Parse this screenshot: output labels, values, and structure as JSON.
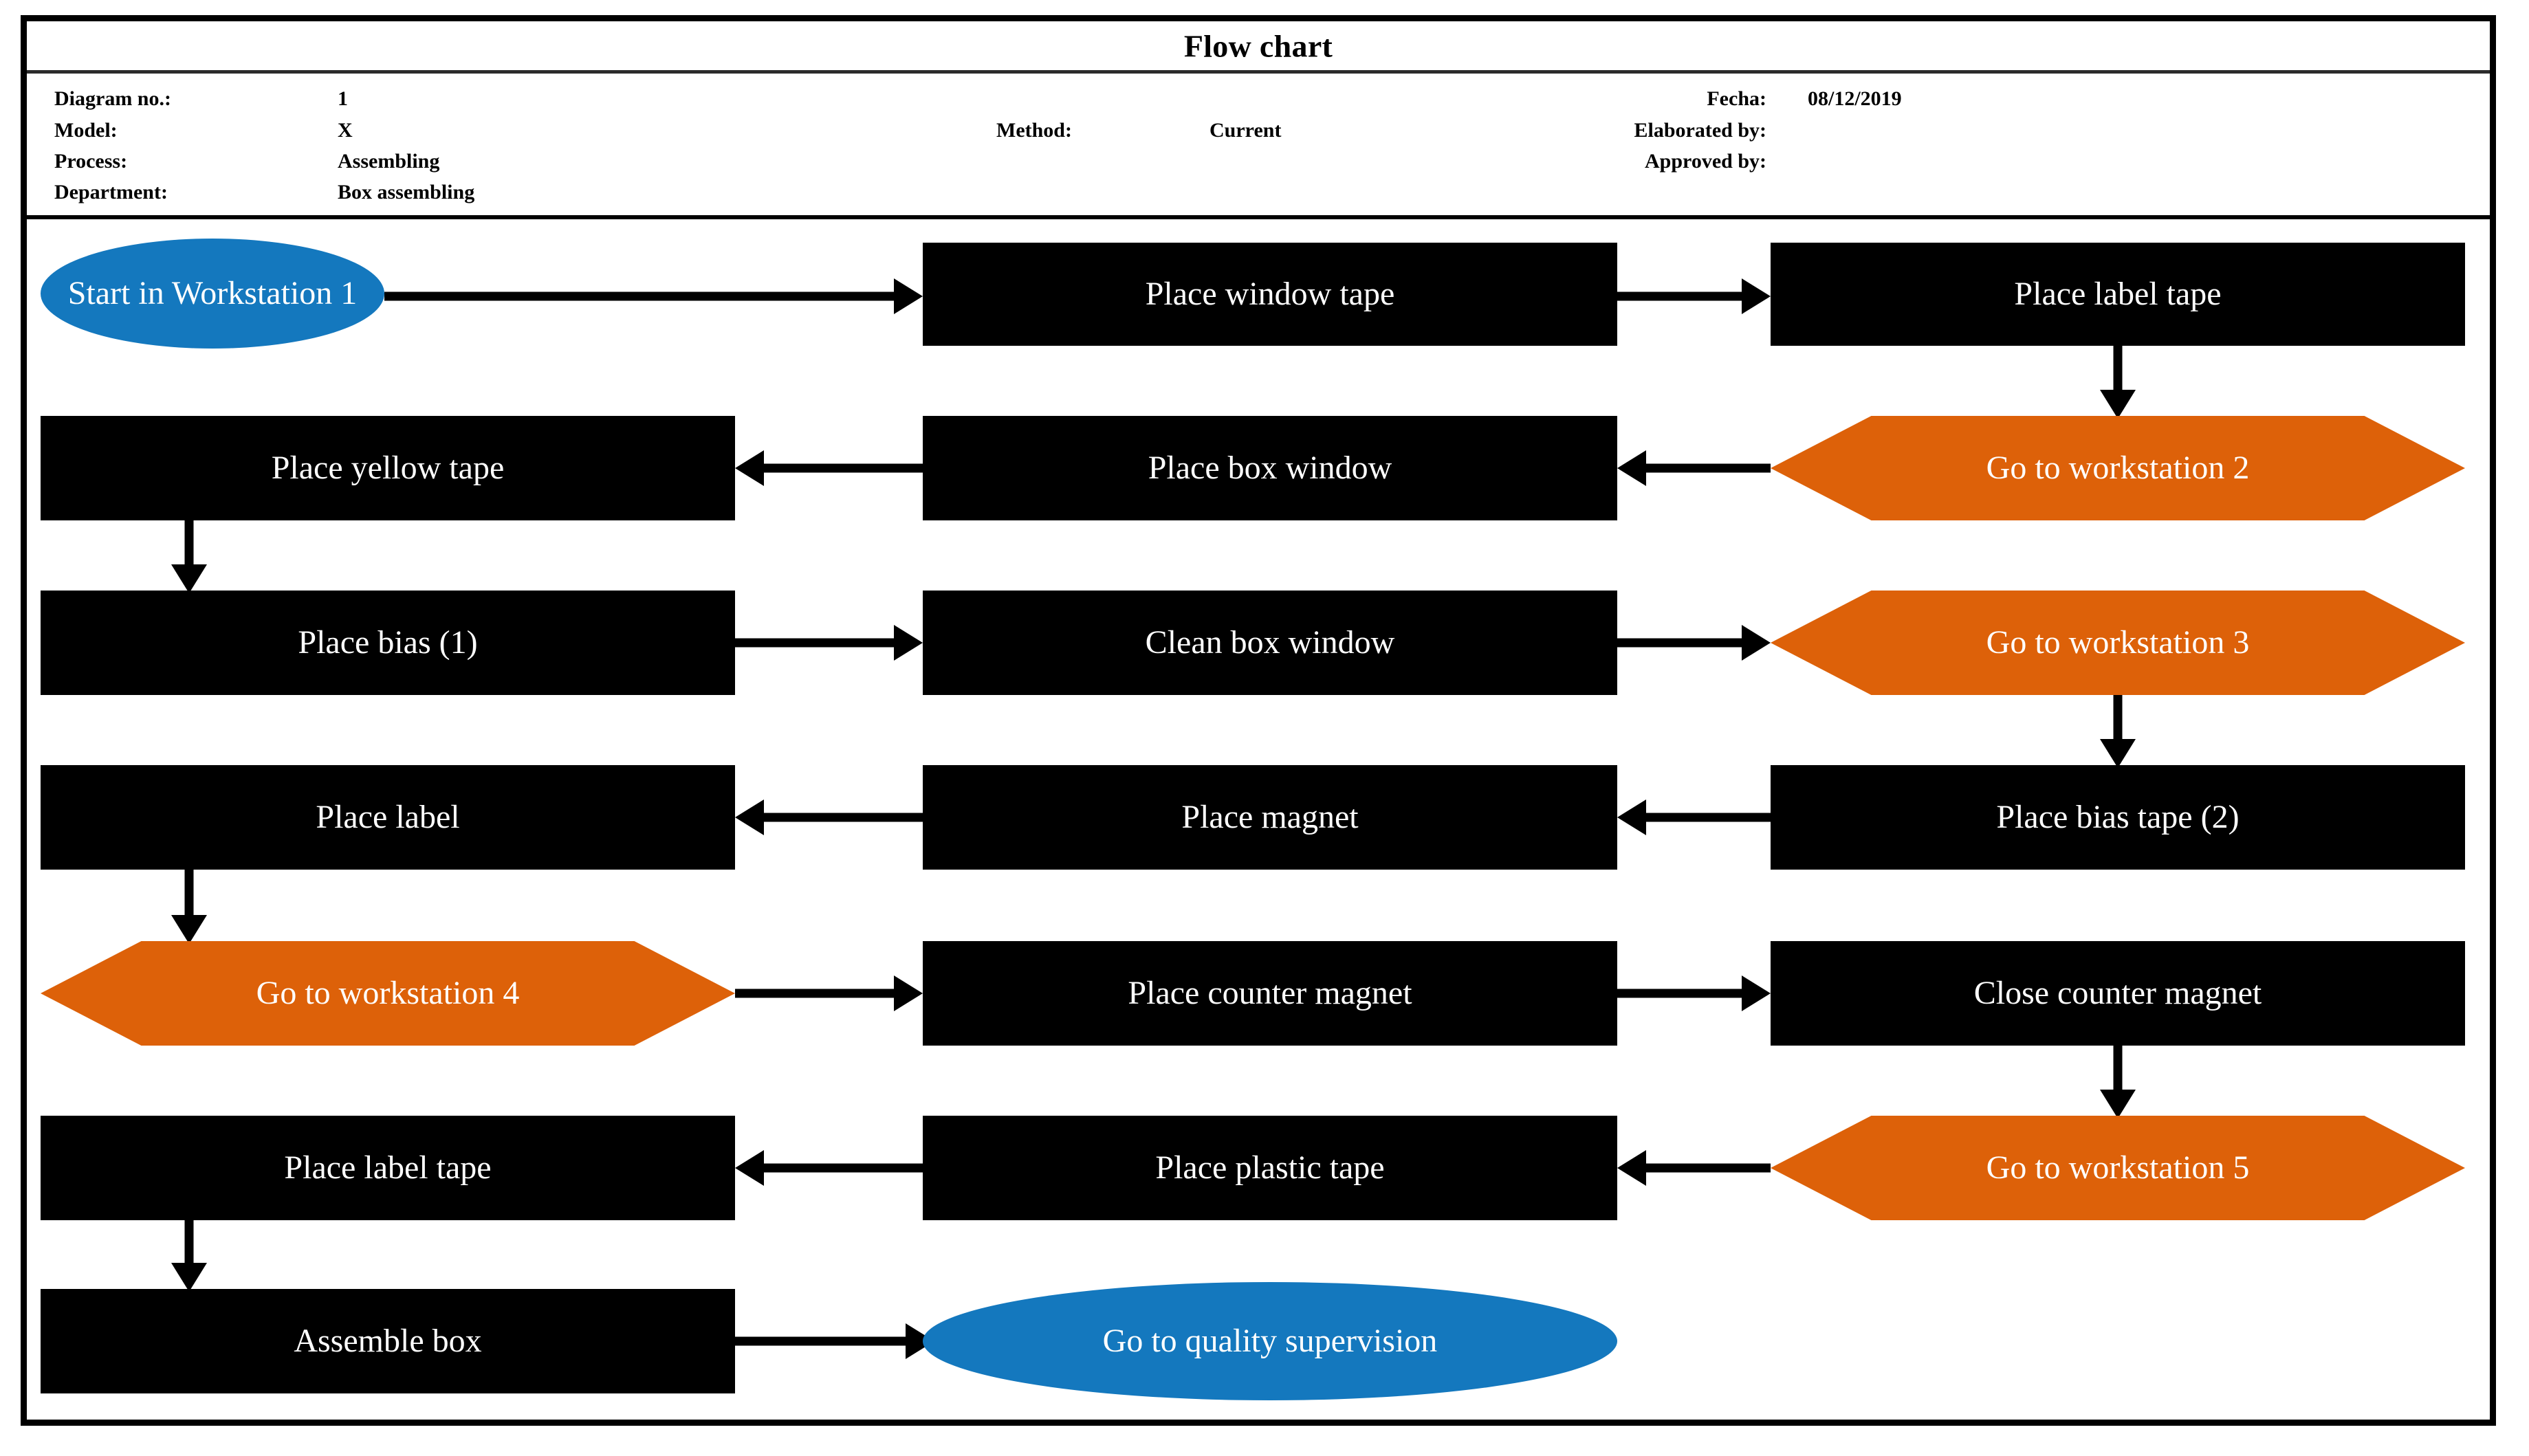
{
  "document": {
    "title": "Flow chart",
    "meta": {
      "left": [
        {
          "label": "Diagram no.:",
          "value": "1"
        },
        {
          "label": "Model:",
          "value": "X"
        },
        {
          "label": "Process:",
          "value": "Assembling"
        },
        {
          "label": "Department:",
          "value": "Box assembling"
        }
      ],
      "middle": [
        {
          "label": "Method:",
          "value": "Current"
        }
      ],
      "right": [
        {
          "label": "Fecha:",
          "value": "08/12/2019"
        },
        {
          "label": "Elaborated by:",
          "value": ""
        },
        {
          "label": "Approved by:",
          "value": ""
        }
      ]
    }
  },
  "colors": {
    "terminal": "#1478BE",
    "process": "#000000",
    "transfer": "#DD6109",
    "frame": "#000000",
    "node_text": "#FFFFFF"
  },
  "chart_data": {
    "type": "flowchart",
    "title": "Flow chart",
    "node_types": {
      "terminal": "ellipse (blue) - start / end",
      "process": "rectangle (black) - operation",
      "transfer": "hexagon (orange) - move to workstation"
    },
    "nodes": [
      {
        "id": "n1",
        "label": "Start in Workstation 1",
        "type": "terminal",
        "row": 1,
        "col": 1
      },
      {
        "id": "n2",
        "label": "Place window tape",
        "type": "process",
        "row": 1,
        "col": 2
      },
      {
        "id": "n3",
        "label": "Place label tape",
        "type": "process",
        "row": 1,
        "col": 3
      },
      {
        "id": "n4",
        "label": "Go to workstation 2",
        "type": "transfer",
        "row": 2,
        "col": 3
      },
      {
        "id": "n5",
        "label": "Place box window",
        "type": "process",
        "row": 2,
        "col": 2
      },
      {
        "id": "n6",
        "label": "Place yellow tape",
        "type": "process",
        "row": 2,
        "col": 1
      },
      {
        "id": "n7",
        "label": "Place bias (1)",
        "type": "process",
        "row": 3,
        "col": 1
      },
      {
        "id": "n8",
        "label": "Clean box window",
        "type": "process",
        "row": 3,
        "col": 2
      },
      {
        "id": "n9",
        "label": "Go to workstation 3",
        "type": "transfer",
        "row": 3,
        "col": 3
      },
      {
        "id": "n10",
        "label": "Place bias tape (2)",
        "type": "process",
        "row": 4,
        "col": 3
      },
      {
        "id": "n11",
        "label": "Place magnet",
        "type": "process",
        "row": 4,
        "col": 2
      },
      {
        "id": "n12",
        "label": "Place label",
        "type": "process",
        "row": 4,
        "col": 1
      },
      {
        "id": "n13",
        "label": "Go to workstation 4",
        "type": "transfer",
        "row": 5,
        "col": 1
      },
      {
        "id": "n14",
        "label": "Place counter magnet",
        "type": "process",
        "row": 5,
        "col": 2
      },
      {
        "id": "n15",
        "label": "Close counter magnet",
        "type": "process",
        "row": 5,
        "col": 3
      },
      {
        "id": "n16",
        "label": "Go to workstation 5",
        "type": "transfer",
        "row": 6,
        "col": 3
      },
      {
        "id": "n17",
        "label": "Place plastic tape",
        "type": "process",
        "row": 6,
        "col": 2
      },
      {
        "id": "n18",
        "label": "Place label tape",
        "type": "process",
        "row": 6,
        "col": 1
      },
      {
        "id": "n19",
        "label": "Assemble box",
        "type": "process",
        "row": 7,
        "col": 1
      },
      {
        "id": "n20",
        "label": "Go to quality supervision",
        "type": "terminal",
        "row": 7,
        "col": 2
      }
    ],
    "edges": [
      {
        "from": "n1",
        "to": "n2",
        "dir": "right"
      },
      {
        "from": "n2",
        "to": "n3",
        "dir": "right"
      },
      {
        "from": "n3",
        "to": "n4",
        "dir": "down"
      },
      {
        "from": "n4",
        "to": "n5",
        "dir": "left"
      },
      {
        "from": "n5",
        "to": "n6",
        "dir": "left"
      },
      {
        "from": "n6",
        "to": "n7",
        "dir": "down"
      },
      {
        "from": "n7",
        "to": "n8",
        "dir": "right"
      },
      {
        "from": "n8",
        "to": "n9",
        "dir": "right"
      },
      {
        "from": "n9",
        "to": "n10",
        "dir": "down"
      },
      {
        "from": "n10",
        "to": "n11",
        "dir": "left"
      },
      {
        "from": "n11",
        "to": "n12",
        "dir": "left"
      },
      {
        "from": "n12",
        "to": "n13",
        "dir": "down"
      },
      {
        "from": "n13",
        "to": "n14",
        "dir": "right"
      },
      {
        "from": "n14",
        "to": "n15",
        "dir": "right"
      },
      {
        "from": "n15",
        "to": "n16",
        "dir": "down"
      },
      {
        "from": "n16",
        "to": "n17",
        "dir": "left"
      },
      {
        "from": "n17",
        "to": "n18",
        "dir": "left"
      },
      {
        "from": "n18",
        "to": "n19",
        "dir": "down"
      },
      {
        "from": "n19",
        "to": "n20",
        "dir": "right"
      }
    ]
  }
}
